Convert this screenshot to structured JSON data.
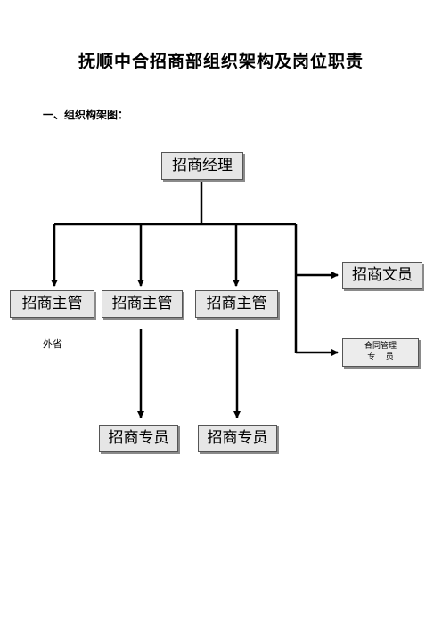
{
  "document": {
    "title": "抚顺中合招商部组织架构及岗位职责",
    "section_heading": "一、组织构架图："
  },
  "org_chart": {
    "manager": "招商经理",
    "supervisors": [
      "招商主管",
      "招商主管",
      "招商主管"
    ],
    "clerk": "招商文员",
    "contract_manager": {
      "line1": "合同管理",
      "line2": "专    员"
    },
    "specialists": [
      "招商专员",
      "招商专员"
    ],
    "note": "外省"
  }
}
